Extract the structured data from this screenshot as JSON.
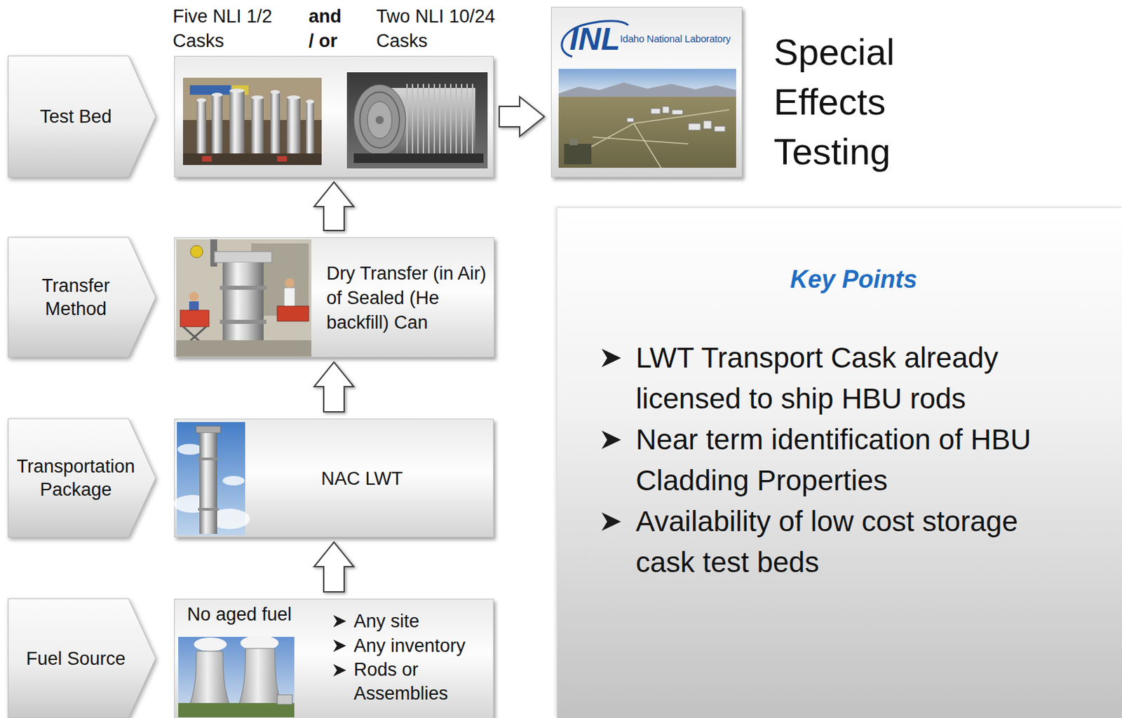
{
  "diagram": {
    "nodes": [
      {
        "text": [
          "Test Bed"
        ]
      },
      {
        "text": [
          "Five NLI 1/2 Casks",
          "and / or",
          "Two NLI 10/24 Casks"
        ]
      },
      {
        "text": [
          "INL",
          "Idaho National Laboratory"
        ]
      },
      {
        "text": [
          "Transfer Method"
        ]
      },
      {
        "text": [
          "Dry Transfer (in Air) of Sealed (He backfill) Can"
        ]
      },
      {
        "text": [
          "Key Points",
          "LWT Transport Cask already licensed to ship HBU rods",
          "Near term identification of HBU Cladding Properties",
          "Availability of low cost storage cask test beds"
        ]
      },
      {
        "text": [
          "Transportation Package"
        ]
      },
      {
        "text": [
          "NAC LWT"
        ]
      },
      {
        "text": [
          "Fuel Source"
        ]
      },
      {
        "text": [
          "No aged fuel",
          "Any site",
          "Any inventory",
          "Rods or Assemblies"
        ]
      }
    ],
    "edges": [
      {
        "from": 9,
        "to": 7,
        "arrow": "to"
      },
      {
        "from": 7,
        "to": 4,
        "arrow": "to"
      },
      {
        "from": 4,
        "to": 1,
        "arrow": "to"
      },
      {
        "from": 1,
        "to": 2,
        "arrow": "to"
      }
    ],
    "labels": [
      "Special Effects Testing"
    ]
  }
}
